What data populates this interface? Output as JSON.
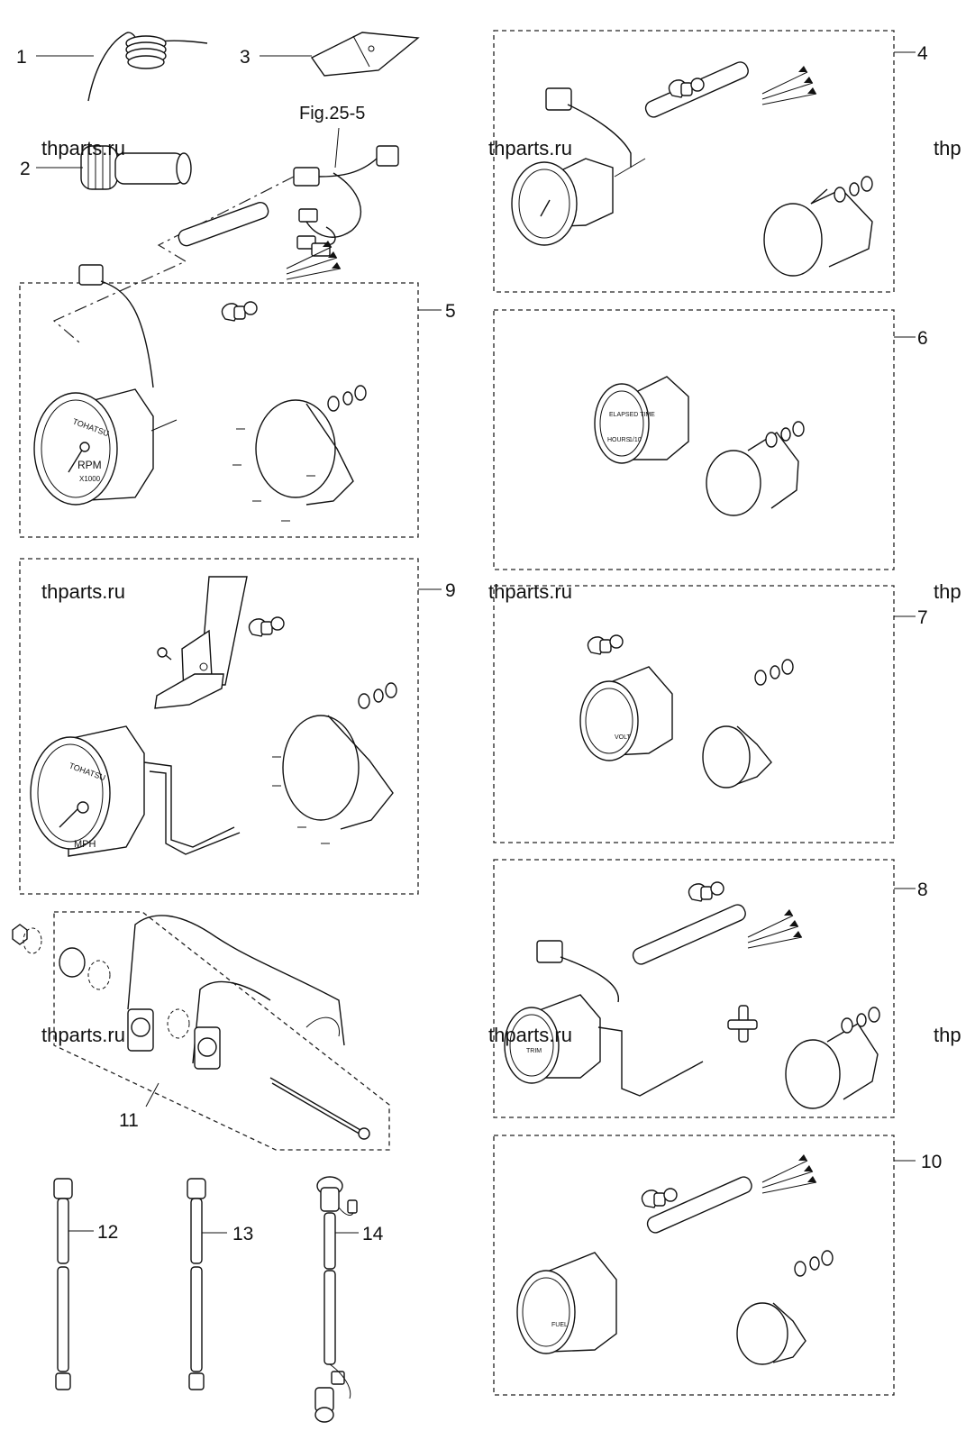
{
  "figure_ref": "Fig.25-5",
  "watermark": "thparts.ru",
  "watermark_partial": "thp",
  "callouts": [
    "1",
    "2",
    "3",
    "4",
    "5",
    "6",
    "7",
    "8",
    "9",
    "10",
    "11",
    "12",
    "13",
    "14"
  ],
  "gauge_face_labels": {
    "tachometer_brand": "TOHATSU",
    "tachometer_unit": "RPM",
    "tachometer_scale": "X1000",
    "hourmeter_title": "ELAPSED TIME",
    "hourmeter_unit": "HOURS",
    "hourmeter_scale": "1/10",
    "voltmeter_unit": "VOLT",
    "speedometer_brand": "TOHATSU",
    "speedometer_unit": "MPH",
    "trim_unit": "TRIM",
    "fuel_unit": "FUEL"
  }
}
